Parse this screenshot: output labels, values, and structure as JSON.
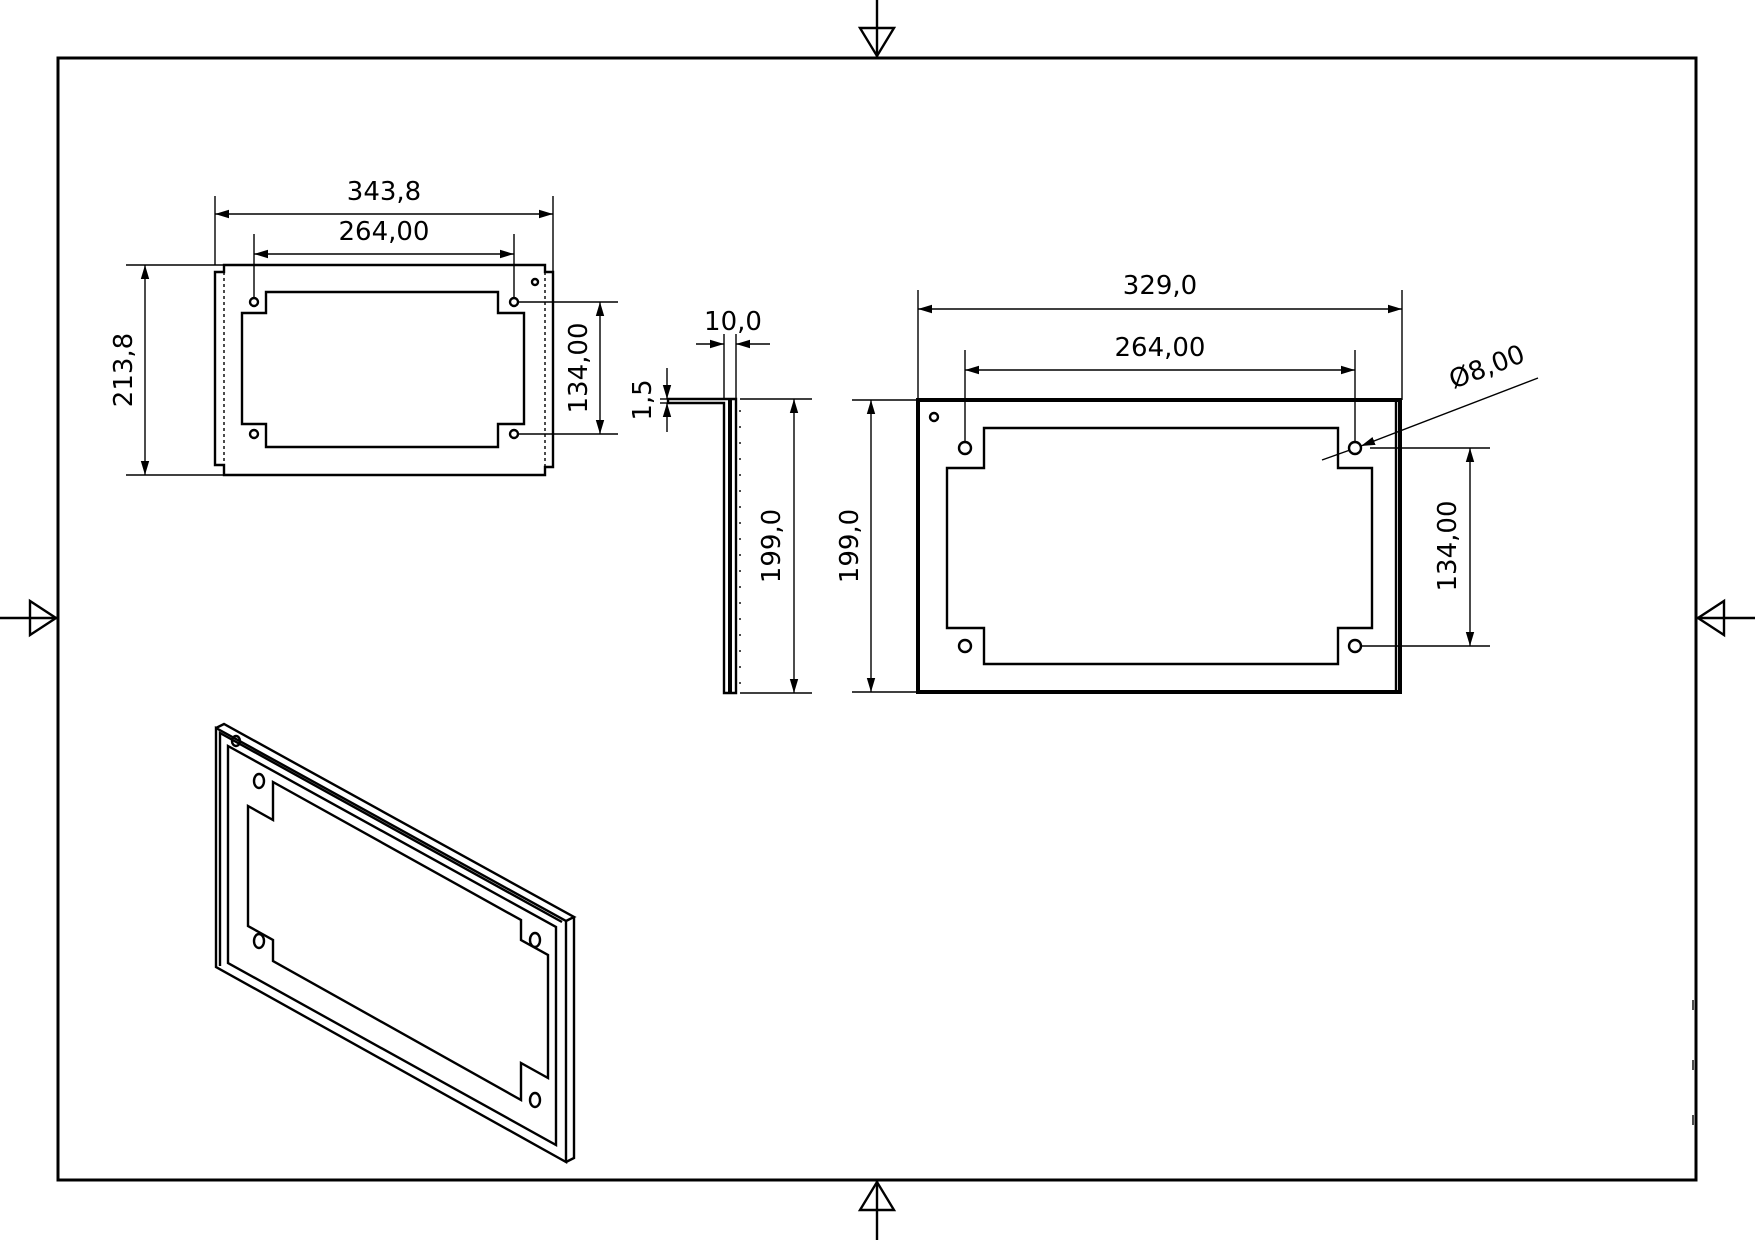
{
  "drawing": {
    "title": "",
    "units": "mm"
  },
  "views": {
    "top": {
      "overall_width": "343,8",
      "hole_spacing_x": "264,00",
      "overall_height": "213,8",
      "hole_spacing_y": "134,00"
    },
    "side": {
      "thickness": "10,0",
      "wall": "1,5",
      "height": "199,0"
    },
    "front": {
      "overall_width": "329,0",
      "hole_spacing_x": "264,00",
      "hole_diameter": "Ø8,00",
      "overall_height": "199,0",
      "hole_spacing_y": "134,00"
    },
    "isometric": {
      "label": ""
    }
  }
}
